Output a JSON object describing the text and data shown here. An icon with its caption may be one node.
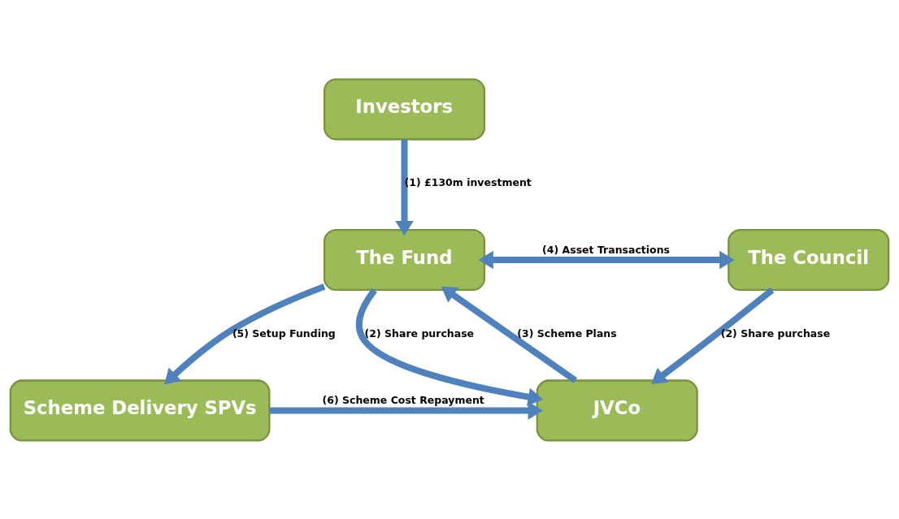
{
  "diagram": {
    "nodes": [
      {
        "text": [
          "Investors"
        ]
      },
      {
        "text": [
          "The Fund"
        ]
      },
      {
        "text": [
          "The Council"
        ]
      },
      {
        "text": [
          "Scheme Delivery SPVs"
        ]
      },
      {
        "text": [
          "JVCo"
        ]
      }
    ],
    "edges": [
      {
        "from": 0,
        "to": 1,
        "arrow": "to",
        "label": "(1) £130m investment"
      },
      {
        "from": 1,
        "to": 2,
        "arrow": "both",
        "label": "(4) Asset Transactions"
      },
      {
        "from": 1,
        "to": 4,
        "arrow": "to",
        "label": "(2) Share purchase"
      },
      {
        "from": 4,
        "to": 1,
        "arrow": "to",
        "label": "(3) Scheme Plans"
      },
      {
        "from": 2,
        "to": 4,
        "arrow": "to",
        "label": "(2) Share purchase"
      },
      {
        "from": 1,
        "to": 3,
        "arrow": "to",
        "label": "(5) Setup Funding"
      },
      {
        "from": 3,
        "to": 4,
        "arrow": "to",
        "label": "(6) Scheme Cost Repayment"
      }
    ]
  }
}
